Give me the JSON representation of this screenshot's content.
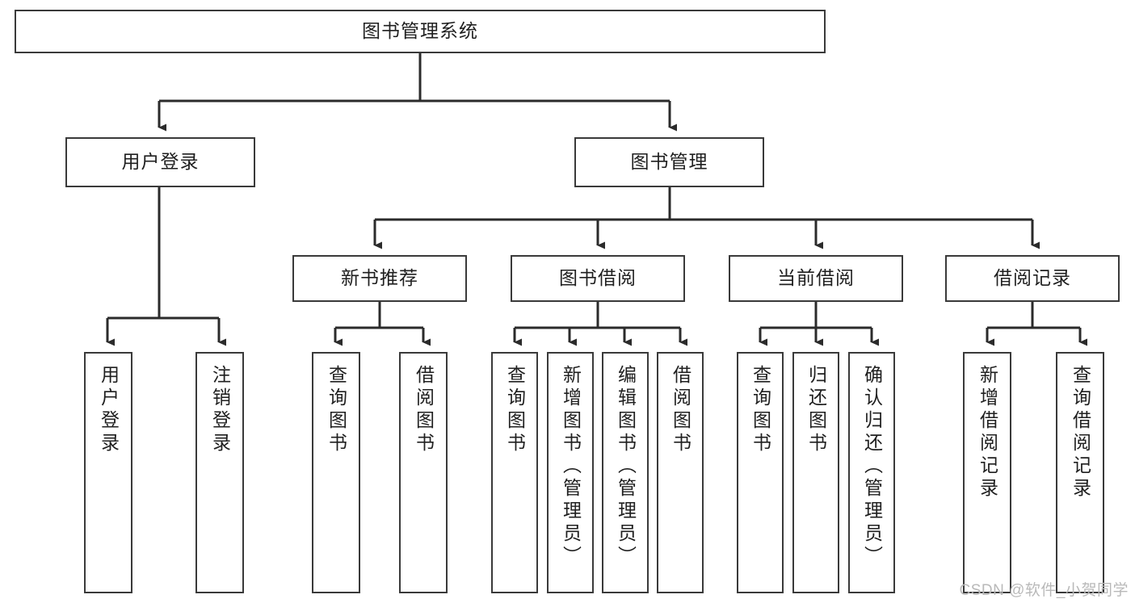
{
  "diagram": {
    "title": "图书管理系统",
    "type": "tree-hierarchy-diagram",
    "colors": {
      "box_border": "#3a3a3a",
      "box_fill": "#ffffff",
      "connector": "#2b2b2b",
      "text": "#1f1f1f",
      "watermark": "#b9b9b9"
    },
    "root": {
      "label": "图书管理系统"
    },
    "level2": [
      {
        "label": "用户登录"
      },
      {
        "label": "图书管理"
      }
    ],
    "level3": [
      {
        "label": "新书推荐"
      },
      {
        "label": "图书借阅"
      },
      {
        "label": "当前借阅"
      },
      {
        "label": "借阅记录"
      }
    ],
    "leaves": {
      "user_login": [
        {
          "label": "用户登录"
        },
        {
          "label": "注销登录"
        }
      ],
      "new_book_recommend": [
        {
          "label": "查询图书"
        },
        {
          "label": "借阅图书"
        }
      ],
      "book_borrow": [
        {
          "label": "查询图书"
        },
        {
          "label": "新增图书（管理员）"
        },
        {
          "label": "编辑图书（管理员）"
        },
        {
          "label": "借阅图书"
        }
      ],
      "current_borrow": [
        {
          "label": "查询图书"
        },
        {
          "label": "归还图书"
        },
        {
          "label": "确认归还（管理员）"
        }
      ],
      "borrow_record": [
        {
          "label": "新增借阅记录"
        },
        {
          "label": "查询借阅记录"
        }
      ]
    }
  },
  "watermark": {
    "text": "CSDN @软件_小贺同学"
  }
}
